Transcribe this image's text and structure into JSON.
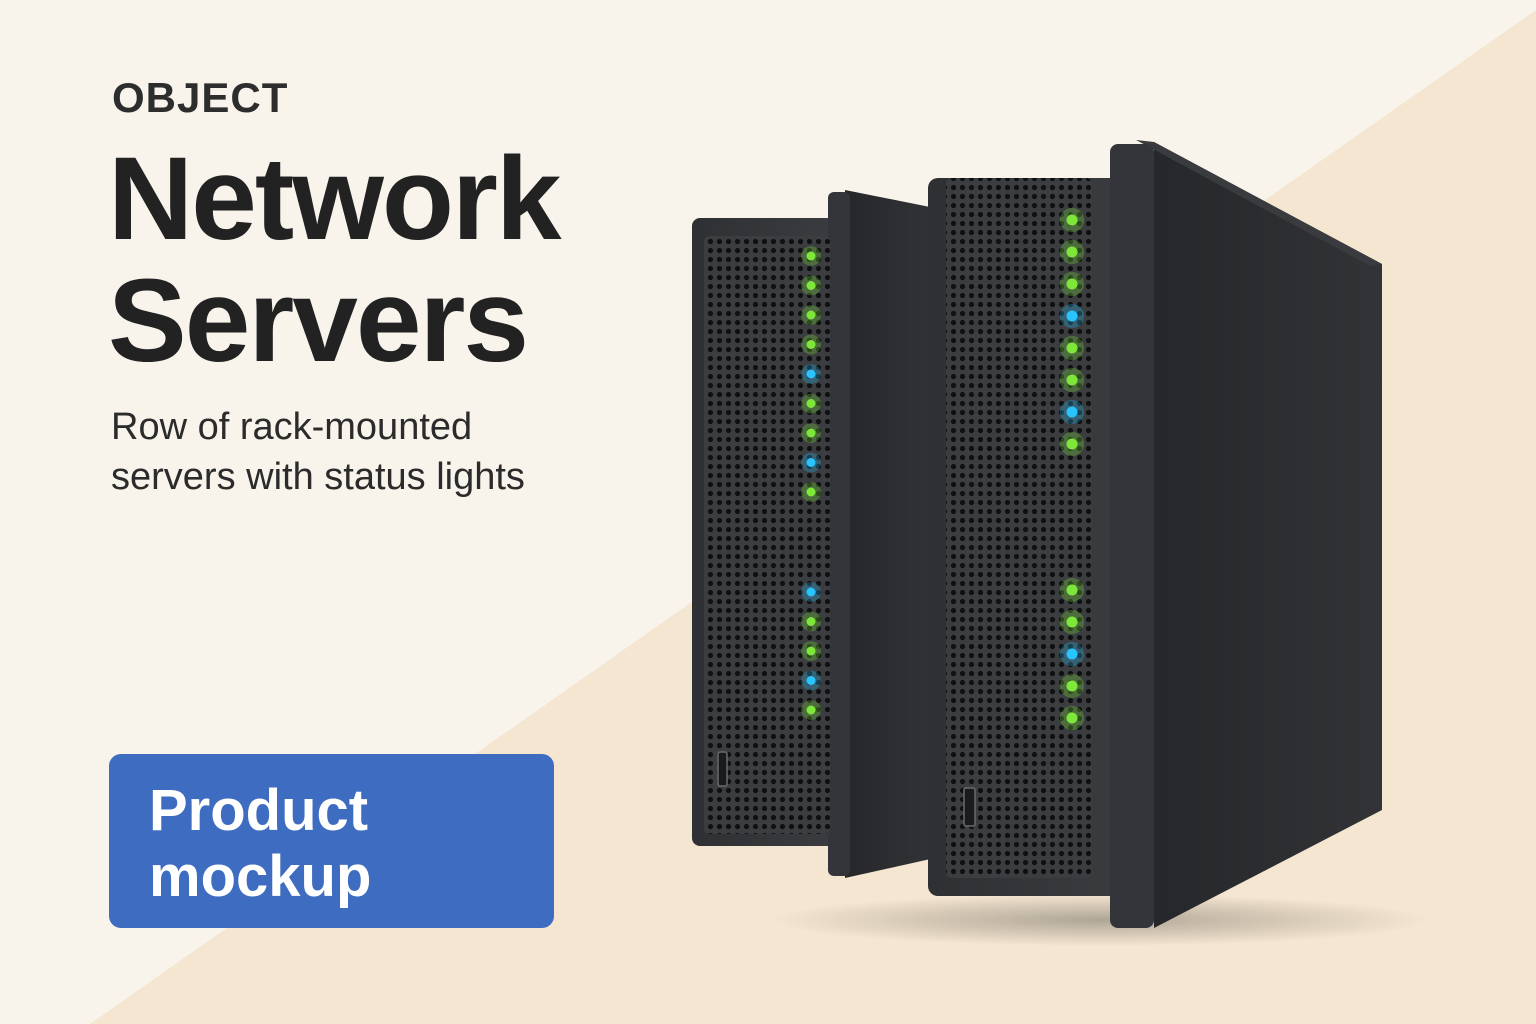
{
  "eyebrow": "OBJECT",
  "title": {
    "line1": "Network",
    "line2": "Servers"
  },
  "subtitle": {
    "line1": "Row of rack-mounted",
    "line2": "servers with status lights"
  },
  "badge": {
    "line1": "Product",
    "line2": "mockup"
  },
  "colors": {
    "background_light": "#f8f4ec",
    "background_warm": "#f4e6d0",
    "badge": "#3d6cc1",
    "server_body": "#2a2b2d",
    "led_green": "#7ee83a",
    "led_blue": "#29c3ff"
  },
  "illustration": {
    "servers": [
      {
        "name": "server-left",
        "leds_top": [
          "green",
          "green",
          "green",
          "green",
          "blue",
          "green",
          "green",
          "blue",
          "green"
        ],
        "leds_bottom": [
          "blue",
          "green",
          "green",
          "blue",
          "green"
        ]
      },
      {
        "name": "server-right",
        "leds_top": [
          "green",
          "green",
          "green",
          "blue",
          "green",
          "green",
          "blue",
          "green"
        ],
        "leds_bottom": [
          "green",
          "green",
          "blue",
          "green",
          "green"
        ]
      }
    ]
  }
}
